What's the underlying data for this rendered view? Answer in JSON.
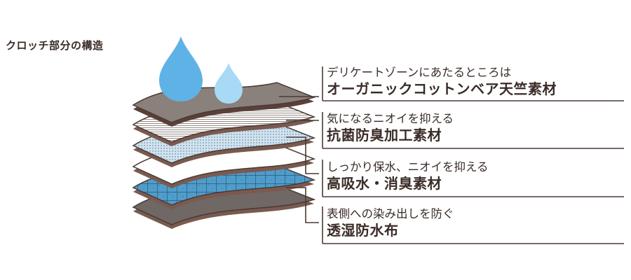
{
  "diagram": {
    "title": "クロッチ部分の構造",
    "layers": [
      {
        "description": "デリケートゾーンにあたるところは",
        "material": "オーガニックコットンベア天竺素材"
      },
      {
        "description": "気になるニオイを抑える",
        "material": "抗菌防臭加工素材"
      },
      {
        "description": "しっかり保水、ニオイを抑える",
        "material": "高吸水・消臭素材"
      },
      {
        "description": "表側への染み出しを防ぐ",
        "material": "透湿防水布"
      }
    ],
    "colors": {
      "text": "#3a2c27",
      "outline": "#5a4038",
      "top_layer": "#8a807c",
      "dot_layer": "#cfe3f1",
      "grid_layer": "#4f9dcc",
      "bottom_layer": "#6f6864",
      "drop_large": "#5fb2e6",
      "drop_small": "#a8d9f5"
    }
  }
}
